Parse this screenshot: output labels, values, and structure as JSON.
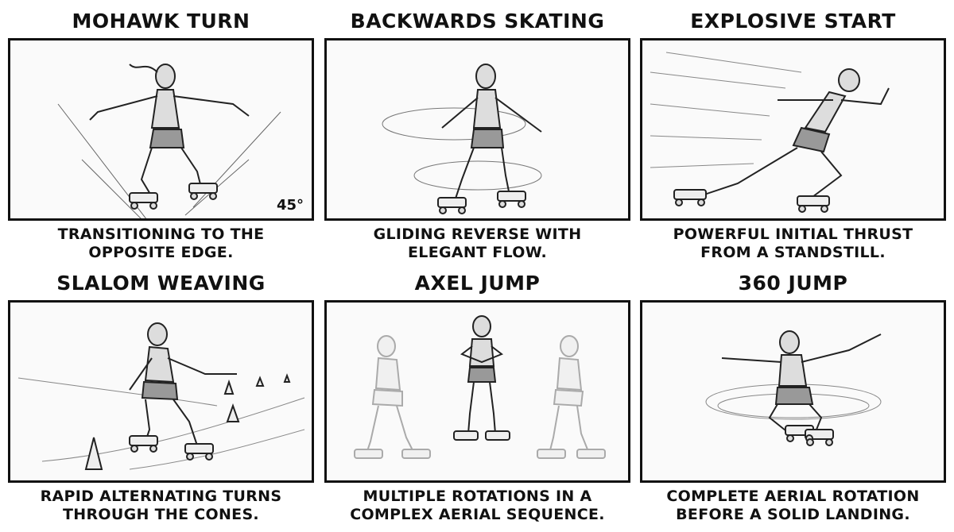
{
  "panels": [
    {
      "title": "MOHAWK TURN",
      "caption_line1": "TRANSITIONING TO THE",
      "caption_line2": "OPPOSITE EDGE.",
      "annotation": "45°"
    },
    {
      "title": "BACKWARDS SKATING",
      "caption_line1": "GLIDING REVERSE WITH",
      "caption_line2": "ELEGANT FLOW."
    },
    {
      "title": "EXPLOSIVE START",
      "caption_line1": "POWERFUL INITIAL THRUST",
      "caption_line2": "FROM A STANDSTILL."
    },
    {
      "title": "SLALOM WEAVING",
      "caption_line1": "RAPID ALTERNATING TURNS",
      "caption_line2": "THROUGH THE CONES."
    },
    {
      "title": "AXEL JUMP",
      "caption_line1": "MULTIPLE ROTATIONS IN A",
      "caption_line2": "COMPLEX AERIAL SEQUENCE."
    },
    {
      "title": "360 JUMP",
      "caption_line1": "COMPLETE AERIAL ROTATION",
      "caption_line2": "BEFORE A SOLID LANDING."
    }
  ]
}
